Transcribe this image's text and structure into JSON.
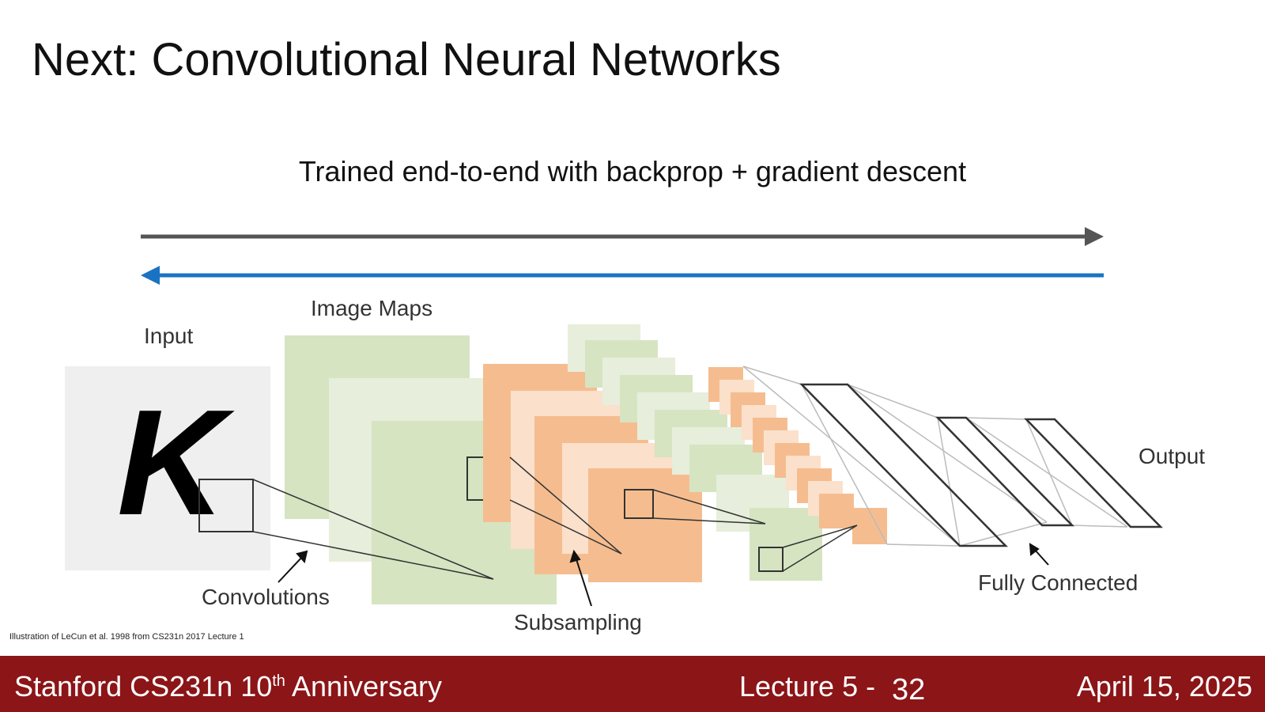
{
  "slide": {
    "title": "Next: Convolutional Neural Networks",
    "subtitle": "Trained end-to-end with backprop + gradient descent"
  },
  "diagram": {
    "labels": {
      "input": "Input",
      "image_maps": "Image Maps",
      "output": "Output",
      "convolutions": "Convolutions",
      "subsampling": "Subsampling",
      "fully_connected": "Fully Connected"
    },
    "input_glyph": "K",
    "colors": {
      "forward_arrow": "#555555",
      "backward_arrow": "#1a73c2",
      "conv_maps": "#d6e4c2",
      "pool_maps": "#f5bd8f"
    }
  },
  "caption": "Illustration of LeCun et al. 1998 from CS231n 2017 Lecture 1",
  "footer": {
    "course": "Stanford CS231n 10",
    "course_sup": "th",
    "course_suffix": " Anniversary",
    "lecture": "Lecture 5 -",
    "page": "32",
    "date": "April 15, 2025",
    "color": "#8b1517"
  }
}
